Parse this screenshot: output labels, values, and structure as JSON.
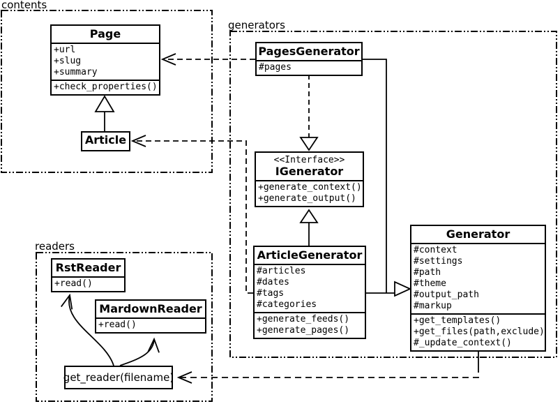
{
  "diagram": {
    "background": "#ffffff",
    "line_color": "#000000"
  },
  "packages": {
    "contents": {
      "label": "contents"
    },
    "generators": {
      "label": "generators"
    },
    "readers": {
      "label": "readers"
    }
  },
  "classes": {
    "page": {
      "title": "Page",
      "attributes": [
        "+url",
        "+slug",
        "+summary"
      ],
      "methods": [
        "+check_properties()"
      ]
    },
    "article": {
      "title": "Article"
    },
    "pages_generator": {
      "title": "PagesGenerator",
      "attributes": [
        "#pages"
      ]
    },
    "igenerator": {
      "stereotype": "<<Interface>>",
      "title": "IGenerator",
      "methods": [
        "+generate_context()",
        "+generate_output()"
      ]
    },
    "article_generator": {
      "title": "ArticleGenerator",
      "attributes": [
        "#articles",
        "#dates",
        "#tags",
        "#categories"
      ],
      "methods": [
        "+generate_feeds()",
        "+generate_pages()"
      ]
    },
    "generator": {
      "title": "Generator",
      "attributes": [
        "#context",
        "#settings",
        "#path",
        "#theme",
        "#output_path",
        "#markup"
      ],
      "methods": [
        "+get_templates()",
        "+get_files(path,exclude)",
        "#_update_context()"
      ]
    },
    "rst_reader": {
      "title": "RstReader",
      "methods": [
        "+read()"
      ]
    },
    "mardown_reader": {
      "title": "MardownReader",
      "methods": [
        "+read()"
      ]
    },
    "get_reader": {
      "label": "get_reader(filename)"
    }
  }
}
